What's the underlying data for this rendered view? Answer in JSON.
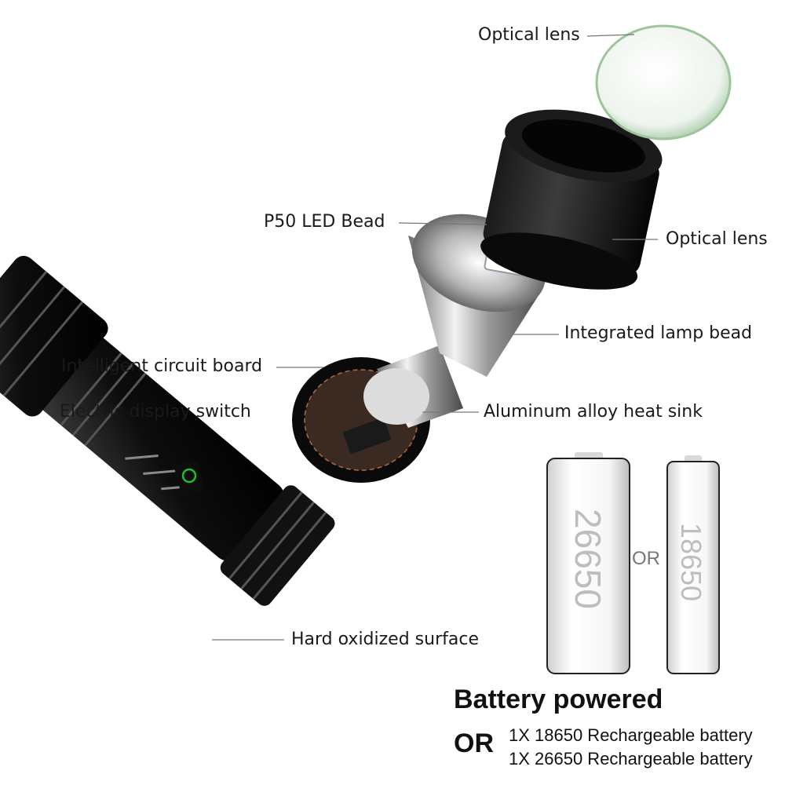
{
  "labels": {
    "optical_lens_top": "Optical lens",
    "optical_lens_right": "Optical lens",
    "led_bead": "P50 LED Bead",
    "integrated_lamp_bead": "Integrated lamp bead",
    "circuit_board": "Intelligent circuit board",
    "display_switch": "Electric display switch",
    "heat_sink": "Aluminum alloy heat sink",
    "surface": "Hard oxidized surface"
  },
  "batteries": {
    "left_text": "26650",
    "or_text": "OR",
    "right_text": "18650"
  },
  "power": {
    "title": "Battery powered",
    "or": "OR",
    "line1": "1X 18650 Rechargeable battery",
    "line2": "1X 26650 Rechargeable battery"
  }
}
